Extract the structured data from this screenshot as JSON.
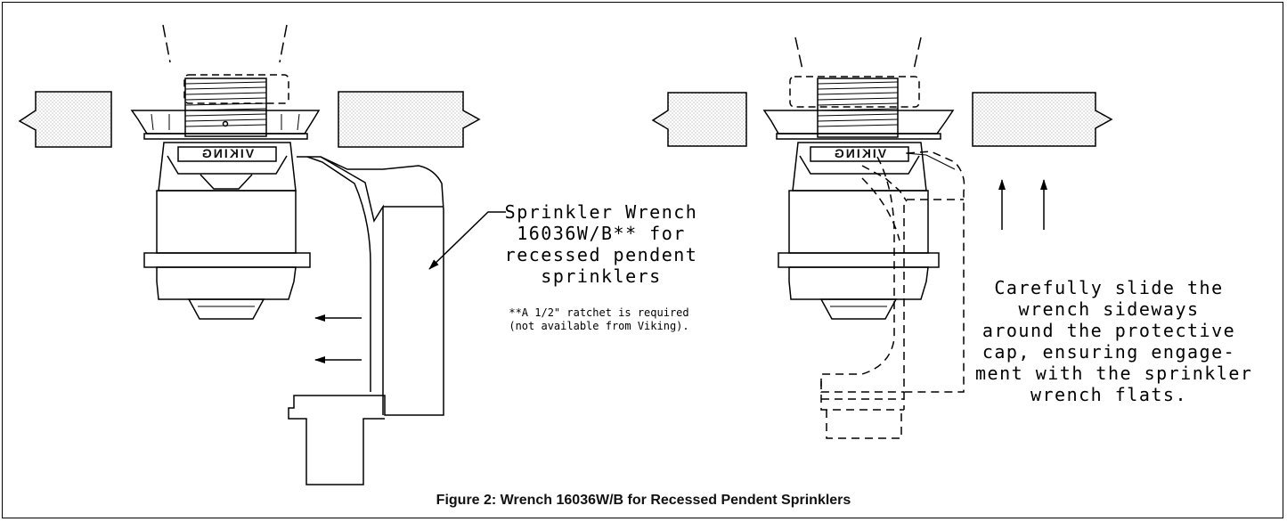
{
  "figure": {
    "caption": "Figure 2:  Wrench 16036W/B for Recessed Pendent Sprinklers"
  },
  "left_view": {
    "brand_marking": "VIKING",
    "wrench_label": {
      "line1": "Sprinkler Wrench",
      "line2": "16036W/B** for",
      "line3": "recessed pendent",
      "line4": "sprinklers"
    },
    "footnote": {
      "line1": "**A 1/2\" ratchet is required",
      "line2": "(not available from Viking)."
    }
  },
  "right_view": {
    "brand_marking": "VIKING",
    "instruction": {
      "line1": "Carefully slide the",
      "line2": "wrench sideways",
      "line3": "around the protective",
      "line4": "cap, ensuring engage-",
      "line5": "ment with the sprinkler",
      "line6": "wrench flats."
    }
  },
  "colors": {
    "line": "#000000",
    "ceiling_fill": "#f2f2f2",
    "background": "#ffffff"
  }
}
